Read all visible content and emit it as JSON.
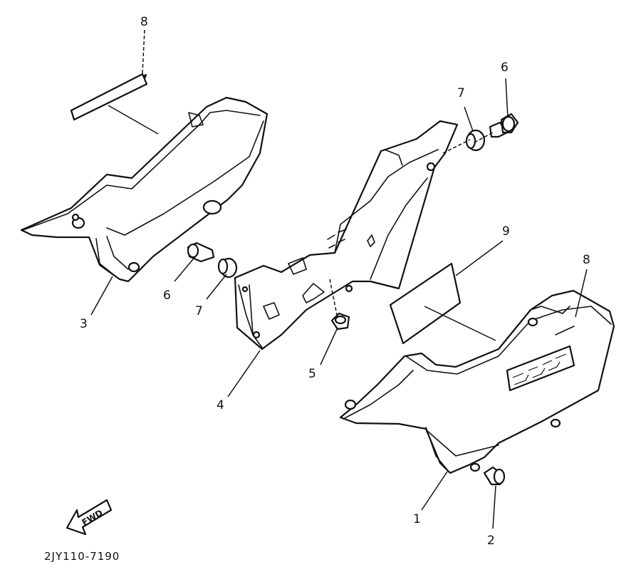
{
  "diagram": {
    "part_code": "2JY110-7190",
    "direction_label": "FWD",
    "callouts": {
      "left_cover_emblem": "8",
      "left_cover": "3",
      "left_bolt": "6",
      "left_damper": "7",
      "bracket": "4",
      "grommet": "5",
      "right_damper": "7",
      "right_bolt": "6",
      "caution_label": "9",
      "right_cover_emblem": "8",
      "right_cover": "1",
      "screw": "2"
    }
  }
}
